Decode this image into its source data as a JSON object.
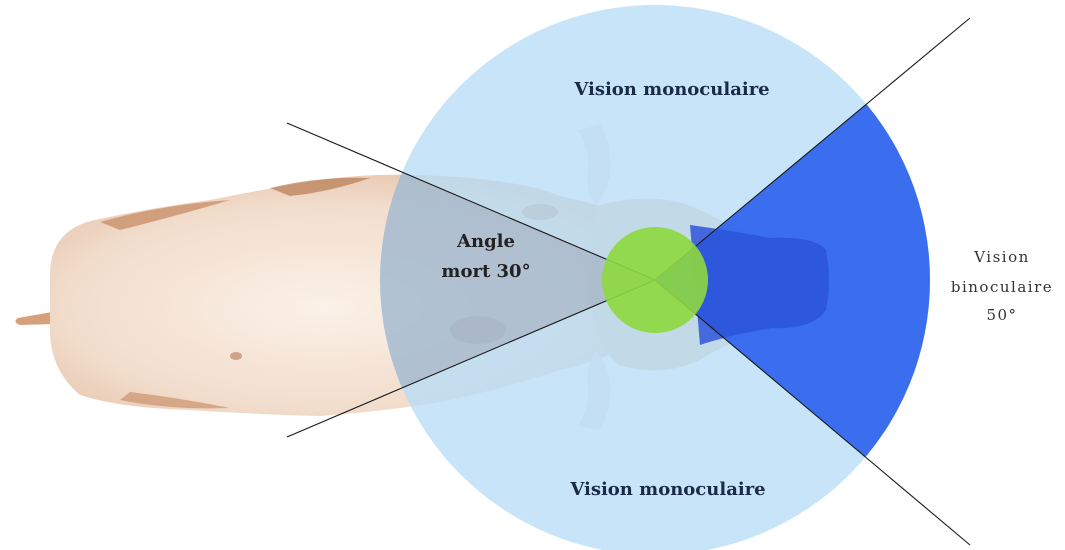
{
  "labels": {
    "vision_monoculaire_top": "Vision monoculaire",
    "vision_monoculaire_bottom": "Vision monoculaire",
    "angle_mort_line1": "Angle",
    "angle_mort_line2": "mort 30°",
    "vision_binoculaire_line1": "Vision",
    "vision_binoculaire_line2": "binoculaire",
    "vision_binoculaire_line3": "50°"
  },
  "colors": {
    "monocular_field": "#b7dcf6",
    "binocular_field": "#2f63ee",
    "head_center": "#8ed83e",
    "cow_body": "#f3e0d0",
    "cow_spots": "#b47a50",
    "divider_lines": "#1a1a1a"
  }
}
